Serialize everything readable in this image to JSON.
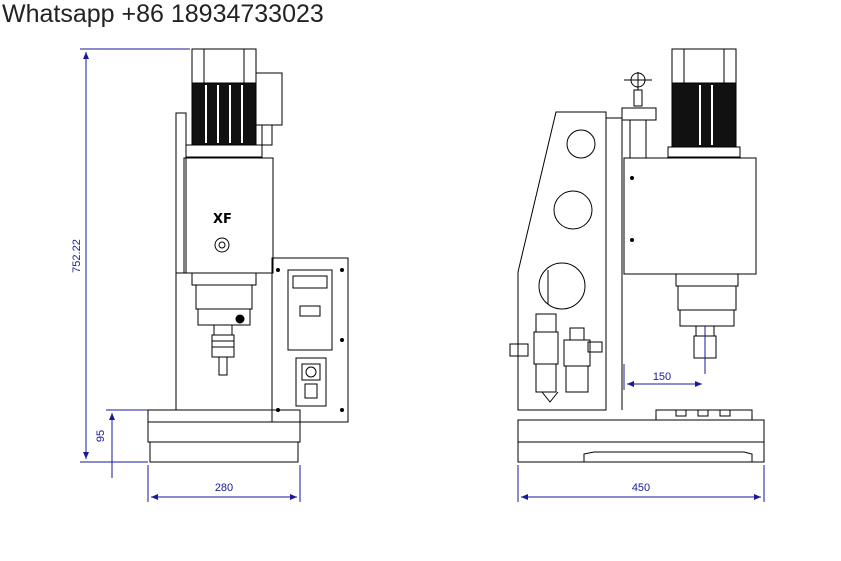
{
  "header": {
    "contact": "Whatsapp +86 18934733023"
  },
  "front_view": {
    "brand_label": "XF",
    "dim_height_total": "752.22",
    "dim_base_height": "95",
    "dim_width": "280"
  },
  "side_view": {
    "dim_depth": "450",
    "dim_throat": "150"
  },
  "colors": {
    "line": "#000000",
    "dimension": "#1a1a99"
  }
}
